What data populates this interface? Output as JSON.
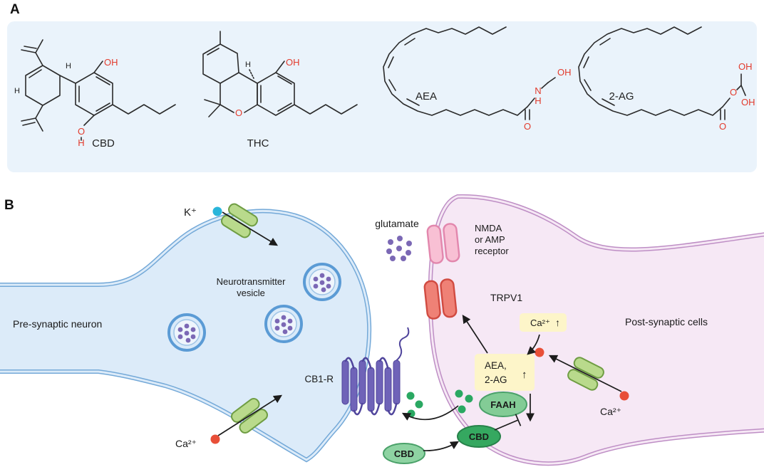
{
  "panels": {
    "a_label": "A",
    "b_label": "B"
  },
  "atoms": {
    "oh": "OH",
    "o": "O",
    "h": "H",
    "n": "N"
  },
  "molecules": {
    "cbd": {
      "name": "CBD"
    },
    "thc": {
      "name": "THC"
    },
    "aea": {
      "name": "AEA"
    },
    "two_ag": {
      "name": "2-AG"
    }
  },
  "synapse": {
    "pre_neuron": "Pre-synaptic neuron",
    "post_cells": "Post-synaptic cells",
    "vesicle_line1": "Neurotransmitter",
    "vesicle_line2": "vesicle",
    "glutamate": "glutamate",
    "k_ion": "K⁺",
    "ca_ion_pre": "Ca²⁺",
    "ca_ion_post": "Ca²⁺",
    "nmda_line1": "NMDA",
    "nmda_line2": "or AMP",
    "nmda_line3": "receptor",
    "trpv1": "TRPV1",
    "cb1r": "CB1-R",
    "ca_box": "Ca²⁺",
    "up_arrow": "↑",
    "aea_box_line1": "AEA,",
    "aea_box_line2": "2-AG",
    "faah": "FAAH",
    "cbd_membrane": "CBD",
    "cbd_free": "CBD"
  },
  "colors": {
    "panel_a_bg": "#eaf3fb",
    "pre_fill": "#dcebf9",
    "pre_stroke": "#74a9d8",
    "post_fill": "#f6e8f5",
    "post_stroke": "#be8ec5",
    "channel_fill": "#b9da8c",
    "channel_stroke": "#6f9d43",
    "nmda_fill": "#f8c0d4",
    "nmda_stroke": "#e287ad",
    "trpv1_fill": "#ef8176",
    "trpv1_stroke": "#d14b41",
    "vesicle_ring": "#5b9bd5",
    "neurotransmitter_dot": "#7b68b5",
    "cb1r_coil": "#6f63b8",
    "highlight_box": "#fdf5c9",
    "faah_fill": "#83cc96",
    "cbd_fill": "#35a860",
    "endocannabinoid_dot": "#2aa862",
    "k_dot": "#2ab5da",
    "ca_dot": "#e84f38",
    "red_atom": "#e23b2d"
  }
}
